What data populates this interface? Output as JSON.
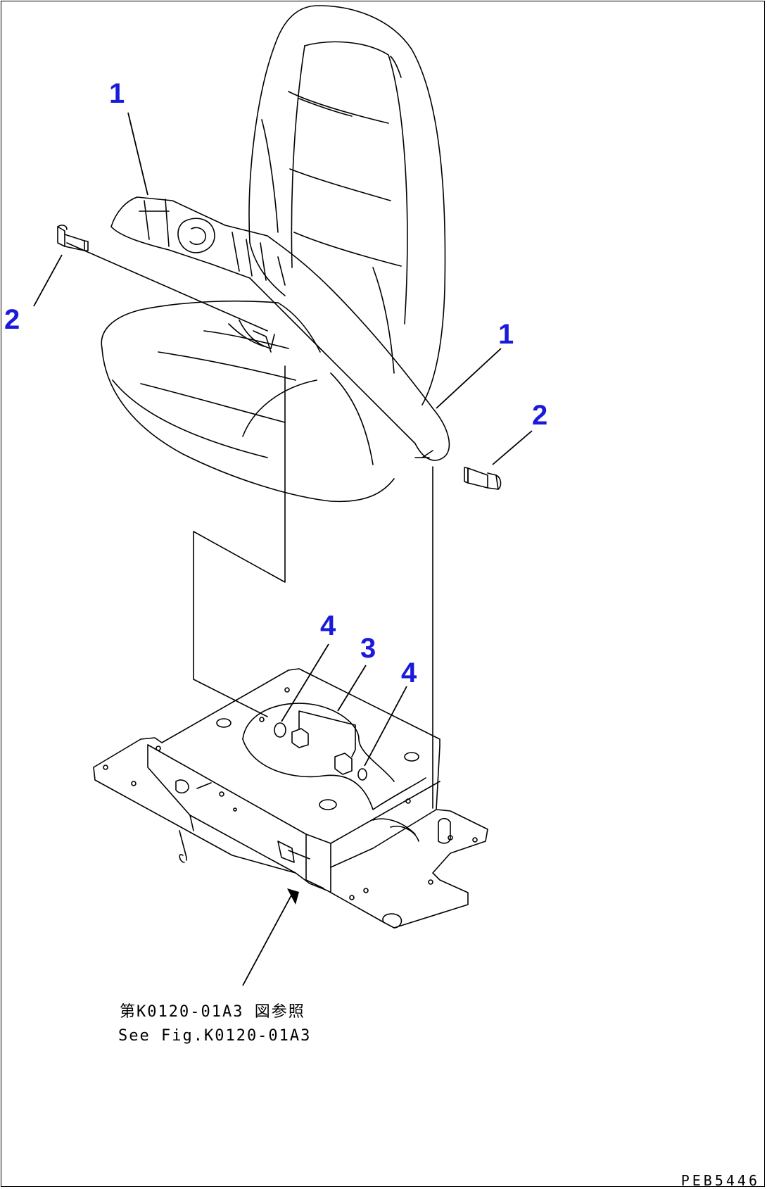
{
  "callouts": {
    "c1a": "1",
    "c1b": "1",
    "c2a": "2",
    "c2b": "2",
    "c3": "3",
    "c4a": "4",
    "c4b": "4"
  },
  "reference_note": {
    "line1": "第K0120-01A3 図参照",
    "line2": "See Fig.K0120-01A3"
  },
  "drawing_code": "PEB5446",
  "colors": {
    "callout": "#1a1adc",
    "line": "#000000"
  }
}
